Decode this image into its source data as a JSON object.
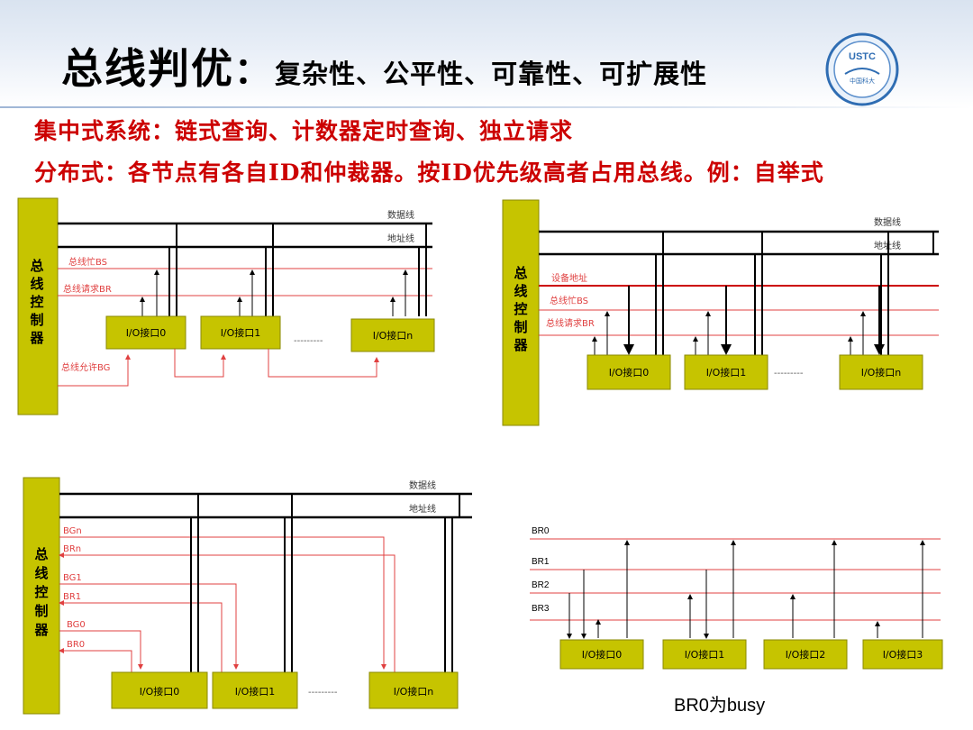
{
  "header": {
    "title_main": "总线判优",
    "title_colon": "：",
    "title_sub": "复杂性、公平性、可靠性、可扩展性",
    "logo_text": "USTC",
    "logo_subtext": "中国科大"
  },
  "lines": {
    "centralized": "集中式系统：链式查询、计数器定时查询、独立请求",
    "distributed": "分布式：各节点有各自ID和仲裁器。按ID优先级高者占用总线。例：自举式"
  },
  "controller_label": [
    "总",
    "线",
    "控",
    "制",
    "器"
  ],
  "bus_labels": {
    "data": "数据线",
    "address": "地址线"
  },
  "diagram1": {
    "signals": [
      "总线忙BS",
      "总线请求BR",
      "总线允许BG"
    ],
    "interfaces": [
      "I/O接口0",
      "I/O接口1",
      "I/O接口n"
    ],
    "ellipsis": "---------"
  },
  "diagram2": {
    "signals": [
      "设备地址",
      "总线忙BS",
      "总线请求BR"
    ],
    "interfaces": [
      "I/O接口0",
      "I/O接口1",
      "I/O接口n"
    ],
    "ellipsis": "---------"
  },
  "diagram3": {
    "signals": [
      "BGn",
      "BRn",
      "BG1",
      "BR1",
      "BG0",
      "BR0"
    ],
    "interfaces": [
      "I/O接口0",
      "I/O接口1",
      "I/O接口n"
    ],
    "ellipsis": "---------"
  },
  "diagram4": {
    "lines": [
      "BR0",
      "BR1",
      "BR2",
      "BR3"
    ],
    "interfaces": [
      "I/O接口0",
      "I/O接口1",
      "I/O接口2",
      "I/O接口3"
    ],
    "caption": "BR0为busy"
  },
  "colors": {
    "red": "#cc0000",
    "box_fill": "#c6c400",
    "box_border": "#8a8800",
    "signal_red": "#e04040"
  }
}
